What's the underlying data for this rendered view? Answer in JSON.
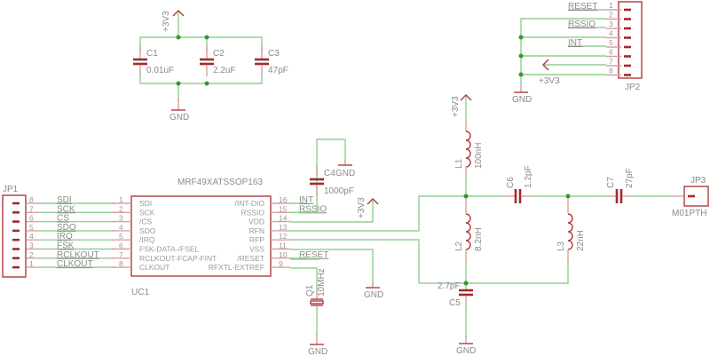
{
  "title": "MRF49XA RF transceiver schematic",
  "power": {
    "vcc": "+3V3",
    "gnd": "GND"
  },
  "decoupling": {
    "caps": [
      {
        "ref": "C1",
        "value": "0.01uF"
      },
      {
        "ref": "C2",
        "value": "2.2uF"
      },
      {
        "ref": "C3",
        "value": "47pF"
      }
    ]
  },
  "jp1": {
    "ref": "JP1",
    "pins": [
      {
        "num": "8",
        "net": "SDI"
      },
      {
        "num": "7",
        "net": "SCK"
      },
      {
        "num": "6",
        "net": "CS"
      },
      {
        "num": "5",
        "net": "SDO"
      },
      {
        "num": "4",
        "net": "IRQ"
      },
      {
        "num": "3",
        "net": "FSK"
      },
      {
        "num": "2",
        "net": "RCLKOUT"
      },
      {
        "num": "1",
        "net": "CLKOUT"
      }
    ]
  },
  "uc1": {
    "ref": "UC1",
    "part": "MRF49XATSSOP163",
    "left_pins": [
      {
        "num": "1",
        "name": "SDI"
      },
      {
        "num": "2",
        "name": "SCK"
      },
      {
        "num": "3",
        "name": "/CS"
      },
      {
        "num": "4",
        "name": "SDO"
      },
      {
        "num": "5",
        "name": "/IRQ"
      },
      {
        "num": "6",
        "name": "FSK-DATA-/FSEL"
      },
      {
        "num": "7",
        "name": "RCLKOUT-FCAP-FINT"
      },
      {
        "num": "8",
        "name": "CLKOUT"
      }
    ],
    "right_pins": [
      {
        "num": "16",
        "name": "/INT-DIO",
        "net": "INT"
      },
      {
        "num": "15",
        "name": "RSSIO",
        "net": "RSSIO"
      },
      {
        "num": "14",
        "name": "VDD",
        "net": ""
      },
      {
        "num": "13",
        "name": "RFN",
        "net": ""
      },
      {
        "num": "12",
        "name": "RFP",
        "net": ""
      },
      {
        "num": "11",
        "name": "VSS",
        "net": ""
      },
      {
        "num": "10",
        "name": "/RESET",
        "net": "RESET"
      },
      {
        "num": "9",
        "name": "RFXTL-EXTREF",
        "net": ""
      }
    ]
  },
  "c4": {
    "ref": "C4",
    "value": "1000pF"
  },
  "q1": {
    "ref": "Q1",
    "value": "10MHz"
  },
  "jp2": {
    "ref": "JP2",
    "pins": [
      {
        "num": "1",
        "net": "RESET"
      },
      {
        "num": "2",
        "net": ""
      },
      {
        "num": "3",
        "net": "RSSIO"
      },
      {
        "num": "4",
        "net": ""
      },
      {
        "num": "5",
        "net": "INT"
      },
      {
        "num": "6",
        "net": ""
      },
      {
        "num": "7",
        "net": ""
      },
      {
        "num": "8",
        "net": "+3V3"
      }
    ]
  },
  "rf": {
    "l1": {
      "ref": "L1",
      "value": "100nH"
    },
    "l2": {
      "ref": "L2",
      "value": "8.2nH"
    },
    "l3": {
      "ref": "L3",
      "value": "22nH"
    },
    "c5": {
      "ref": "C5",
      "value": "2.7pF"
    },
    "c6": {
      "ref": "C6",
      "value": "1.2pF"
    },
    "c7": {
      "ref": "C7",
      "value": "27pF"
    }
  },
  "jp3": {
    "ref": "JP3",
    "part": "M01PTH"
  }
}
